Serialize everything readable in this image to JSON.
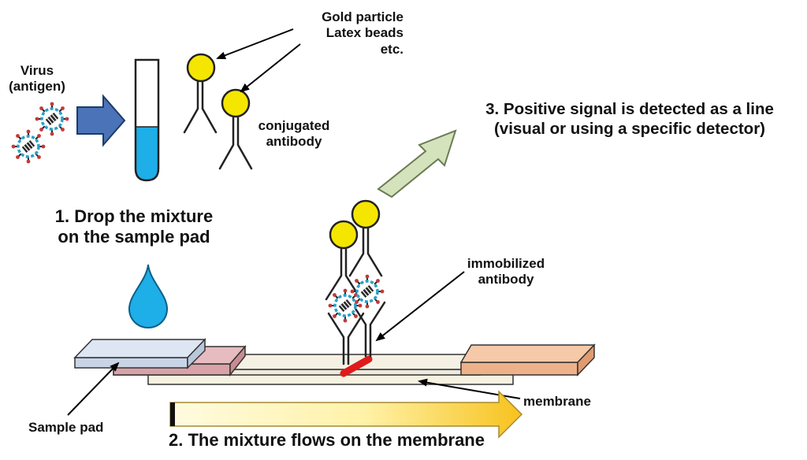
{
  "labels": {
    "virus_line1": "Virus",
    "virus_line2": "(antigen)",
    "gold_line1": "Gold particle",
    "gold_line2": "Latex beads",
    "gold_line3": "etc.",
    "conj_line1": "conjugated",
    "conj_line2": "antibody",
    "step1_line1": "1. Drop the mixture",
    "step1_line2": "on the sample pad",
    "step2": "2. The mixture flows on the membrane",
    "step3_line1": "3. Positive signal is detected as a line",
    "step3_line2": "(visual or using a specific detector)",
    "immob_line1": "immobilized",
    "immob_line2": "antibody",
    "membrane": "membrane",
    "sample_pad": "Sample pad"
  },
  "colors": {
    "particle": "#f5e600",
    "liquid": "#1eaee8",
    "blue_arrow": "#4a73b8",
    "green_arrow": "#d5e3bd",
    "sample_pad": "#dde6f2",
    "conjugate_pad": "#e6bcc1",
    "membrane": "#f4f1e4",
    "absorbent_pad": "#f6c9a8",
    "test_line": "#e01b1b",
    "virus": "#2aa0c8"
  },
  "icons": [
    "virus-icon",
    "test-tube-icon",
    "droplet-icon",
    "gold-particle-icon",
    "antibody-icon"
  ]
}
